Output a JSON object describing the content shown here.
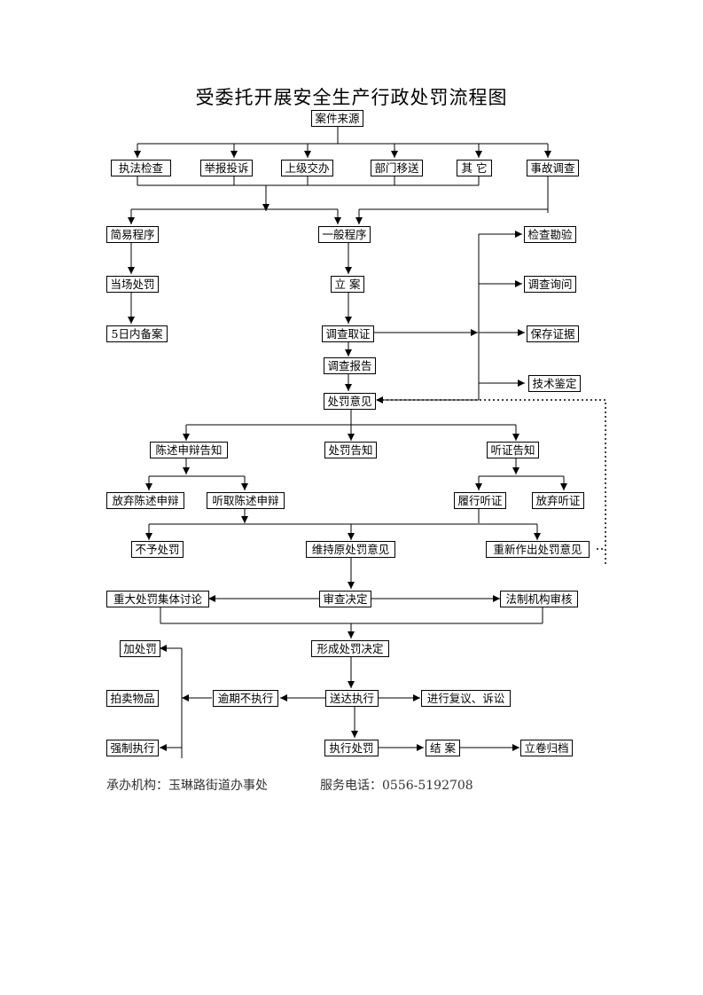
{
  "title": "受委托开展安全生产行政处罚流程图",
  "nodes": {
    "source": "案件来源",
    "law_enforcement_check": "执法检查",
    "report_complaint": "举报投诉",
    "superior_assigned": "上级交办",
    "department_transfer": "部门移送",
    "other": "其  它",
    "accident_investigation": "事故调查",
    "simple_procedure": "简易程序",
    "general_procedure": "一般程序",
    "on_site_penalty": "当场处罚",
    "five_day_filing": "5日内备案",
    "register_case": "立  案",
    "investigate_evidence": "调查取证",
    "investigation_report": "调查报告",
    "penalty_opinion": "处罚意见",
    "inspect_survey": "检查勘验",
    "inquiry": "调查询问",
    "preserve_evidence": "保存证据",
    "technical_appraisal": "技术鉴定",
    "statement_defense_notice": "陈述申辩告知",
    "penalty_notice": "处罚告知",
    "hearing_notice": "听证告知",
    "waive_defense": "放弃陈述申辩",
    "hear_defense": "听取陈述申辩",
    "attend_hearing": "履行听证",
    "waive_hearing": "放弃听证",
    "no_penalty": "不予处罚",
    "maintain_opinion": "维持原处罚意见",
    "revise_opinion": "重新作出处罚意见",
    "collective_discussion": "重大处罚集体讨论",
    "review_decision": "审查决定",
    "legal_review": "法制机构审核",
    "form_decision": "形成处罚决定",
    "additional_penalty": "加处罚",
    "auction_goods": "拍卖物品",
    "enforcement": "强制执行",
    "overdue_non_execution": "逾期不执行",
    "serve_execute": "送达执行",
    "review_litigation": "进行复议、诉讼",
    "execute_penalty": "执行处罚",
    "close_case": "结  案",
    "archive": "立卷归档"
  },
  "footer": {
    "organizer": "承办机构：玉琳路街道办事处",
    "phone": "服务电话：0556-5192708"
  }
}
